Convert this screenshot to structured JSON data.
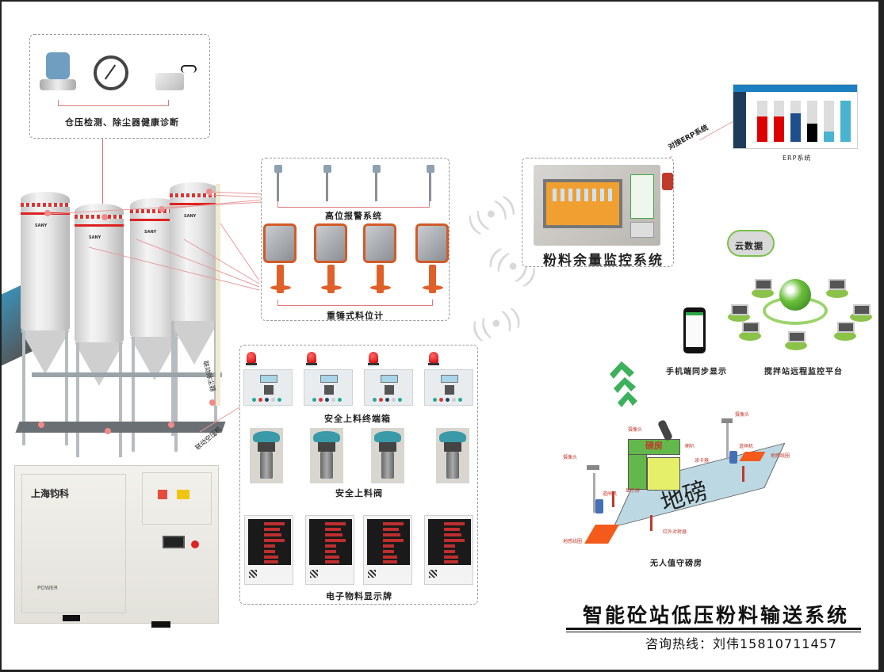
{
  "title": "智能砼站低压粉料输送系统",
  "hotline": "咨询热线：刘伟15810711457",
  "modules": {
    "pressure": {
      "label": "仓压检测、除尘器健康诊断"
    },
    "high_level_alarm": {
      "label": "高位报警系统"
    },
    "hammer_level_meter": {
      "label": "重锤式料位计"
    },
    "terminal_box": {
      "label": "安全上料终端箱"
    },
    "safety_valve": {
      "label": "安全上料阀"
    },
    "material_display": {
      "label": "电子物料显示牌"
    },
    "powder_monitor": {
      "label": "粉料余量监控系统"
    },
    "erp": {
      "label": "ERP系统",
      "link_label": "对接ERP系统"
    },
    "cloud": {
      "label": "云数据"
    },
    "mobile": {
      "label": "手机端同步显示"
    },
    "remote_platform": {
      "label": "搅拌站远程监控平台"
    },
    "weighbridge": {
      "label": "无人值守磅房",
      "house_label": "磅房",
      "platform_label": "地磅",
      "annotations": [
        "摄像头",
        "摄像头",
        "摄像头",
        "喇叭",
        "读卡器",
        "显示屏",
        "道闸机",
        "道闸机",
        "地感线圈",
        "地感线圈",
        "红外对射器"
      ]
    },
    "silo": {
      "brand": "SANY",
      "link_dust": "联动除尘器",
      "link_compressor": "联动空压机"
    },
    "compressor": {
      "brand": "上海钧科",
      "model_mark": "POWER"
    }
  },
  "colors": {
    "accent_red": "#e36f6f",
    "arrow_green": "#3cb05a",
    "title_text": "#111111"
  },
  "icons": [
    "wifi-signal-icon",
    "wifi-signal-icon",
    "wifi-signal-icon",
    "upload-chevron-icon",
    "cloud-icon",
    "globe-icon"
  ]
}
